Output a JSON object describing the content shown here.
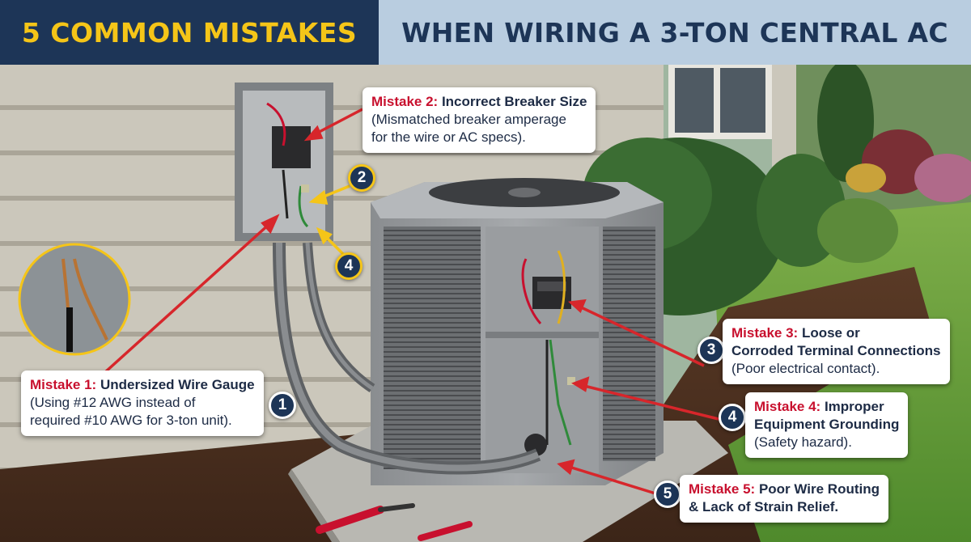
{
  "banner": {
    "title_part1": "5 COMMON MISTAKES",
    "title_part2": "WHEN WIRING A 3-TON CENTRAL AC"
  },
  "callouts": [
    {
      "number": "1",
      "label": "Mistake 1:",
      "title": "Undersized Wire Gauge",
      "lines": [
        "(Using #12 AWG instead of",
        "required #10 AWG for 3-ton unit)."
      ]
    },
    {
      "number": "2",
      "label": "Mistake 2:",
      "title": "Incorrect Breaker Size",
      "lines": [
        "(Mismatched breaker amperage",
        "for the wire or AC specs)."
      ]
    },
    {
      "number": "3",
      "label": "Mistake 3:",
      "title": "Loose or",
      "title2": "Corroded Terminal Connections",
      "lines": [
        "(Poor electrical contact)."
      ]
    },
    {
      "number": "4",
      "label": "Mistake 4:",
      "title": "Improper",
      "title2": "Equipment Grounding",
      "lines": [
        "(Safety hazard)."
      ]
    },
    {
      "number": "5",
      "label": "Mistake 5:",
      "title": "Poor Wire Routing",
      "title2": "& Lack of Strain Relief.",
      "lines": []
    }
  ],
  "disconnect_badges": [
    "2",
    "4"
  ],
  "colors": {
    "banner_dark": "#1d3557",
    "banner_light": "#b9cde0",
    "accent_gold": "#f5c518",
    "mistake_red": "#c8102e",
    "arrow_red": "#d7262b"
  }
}
